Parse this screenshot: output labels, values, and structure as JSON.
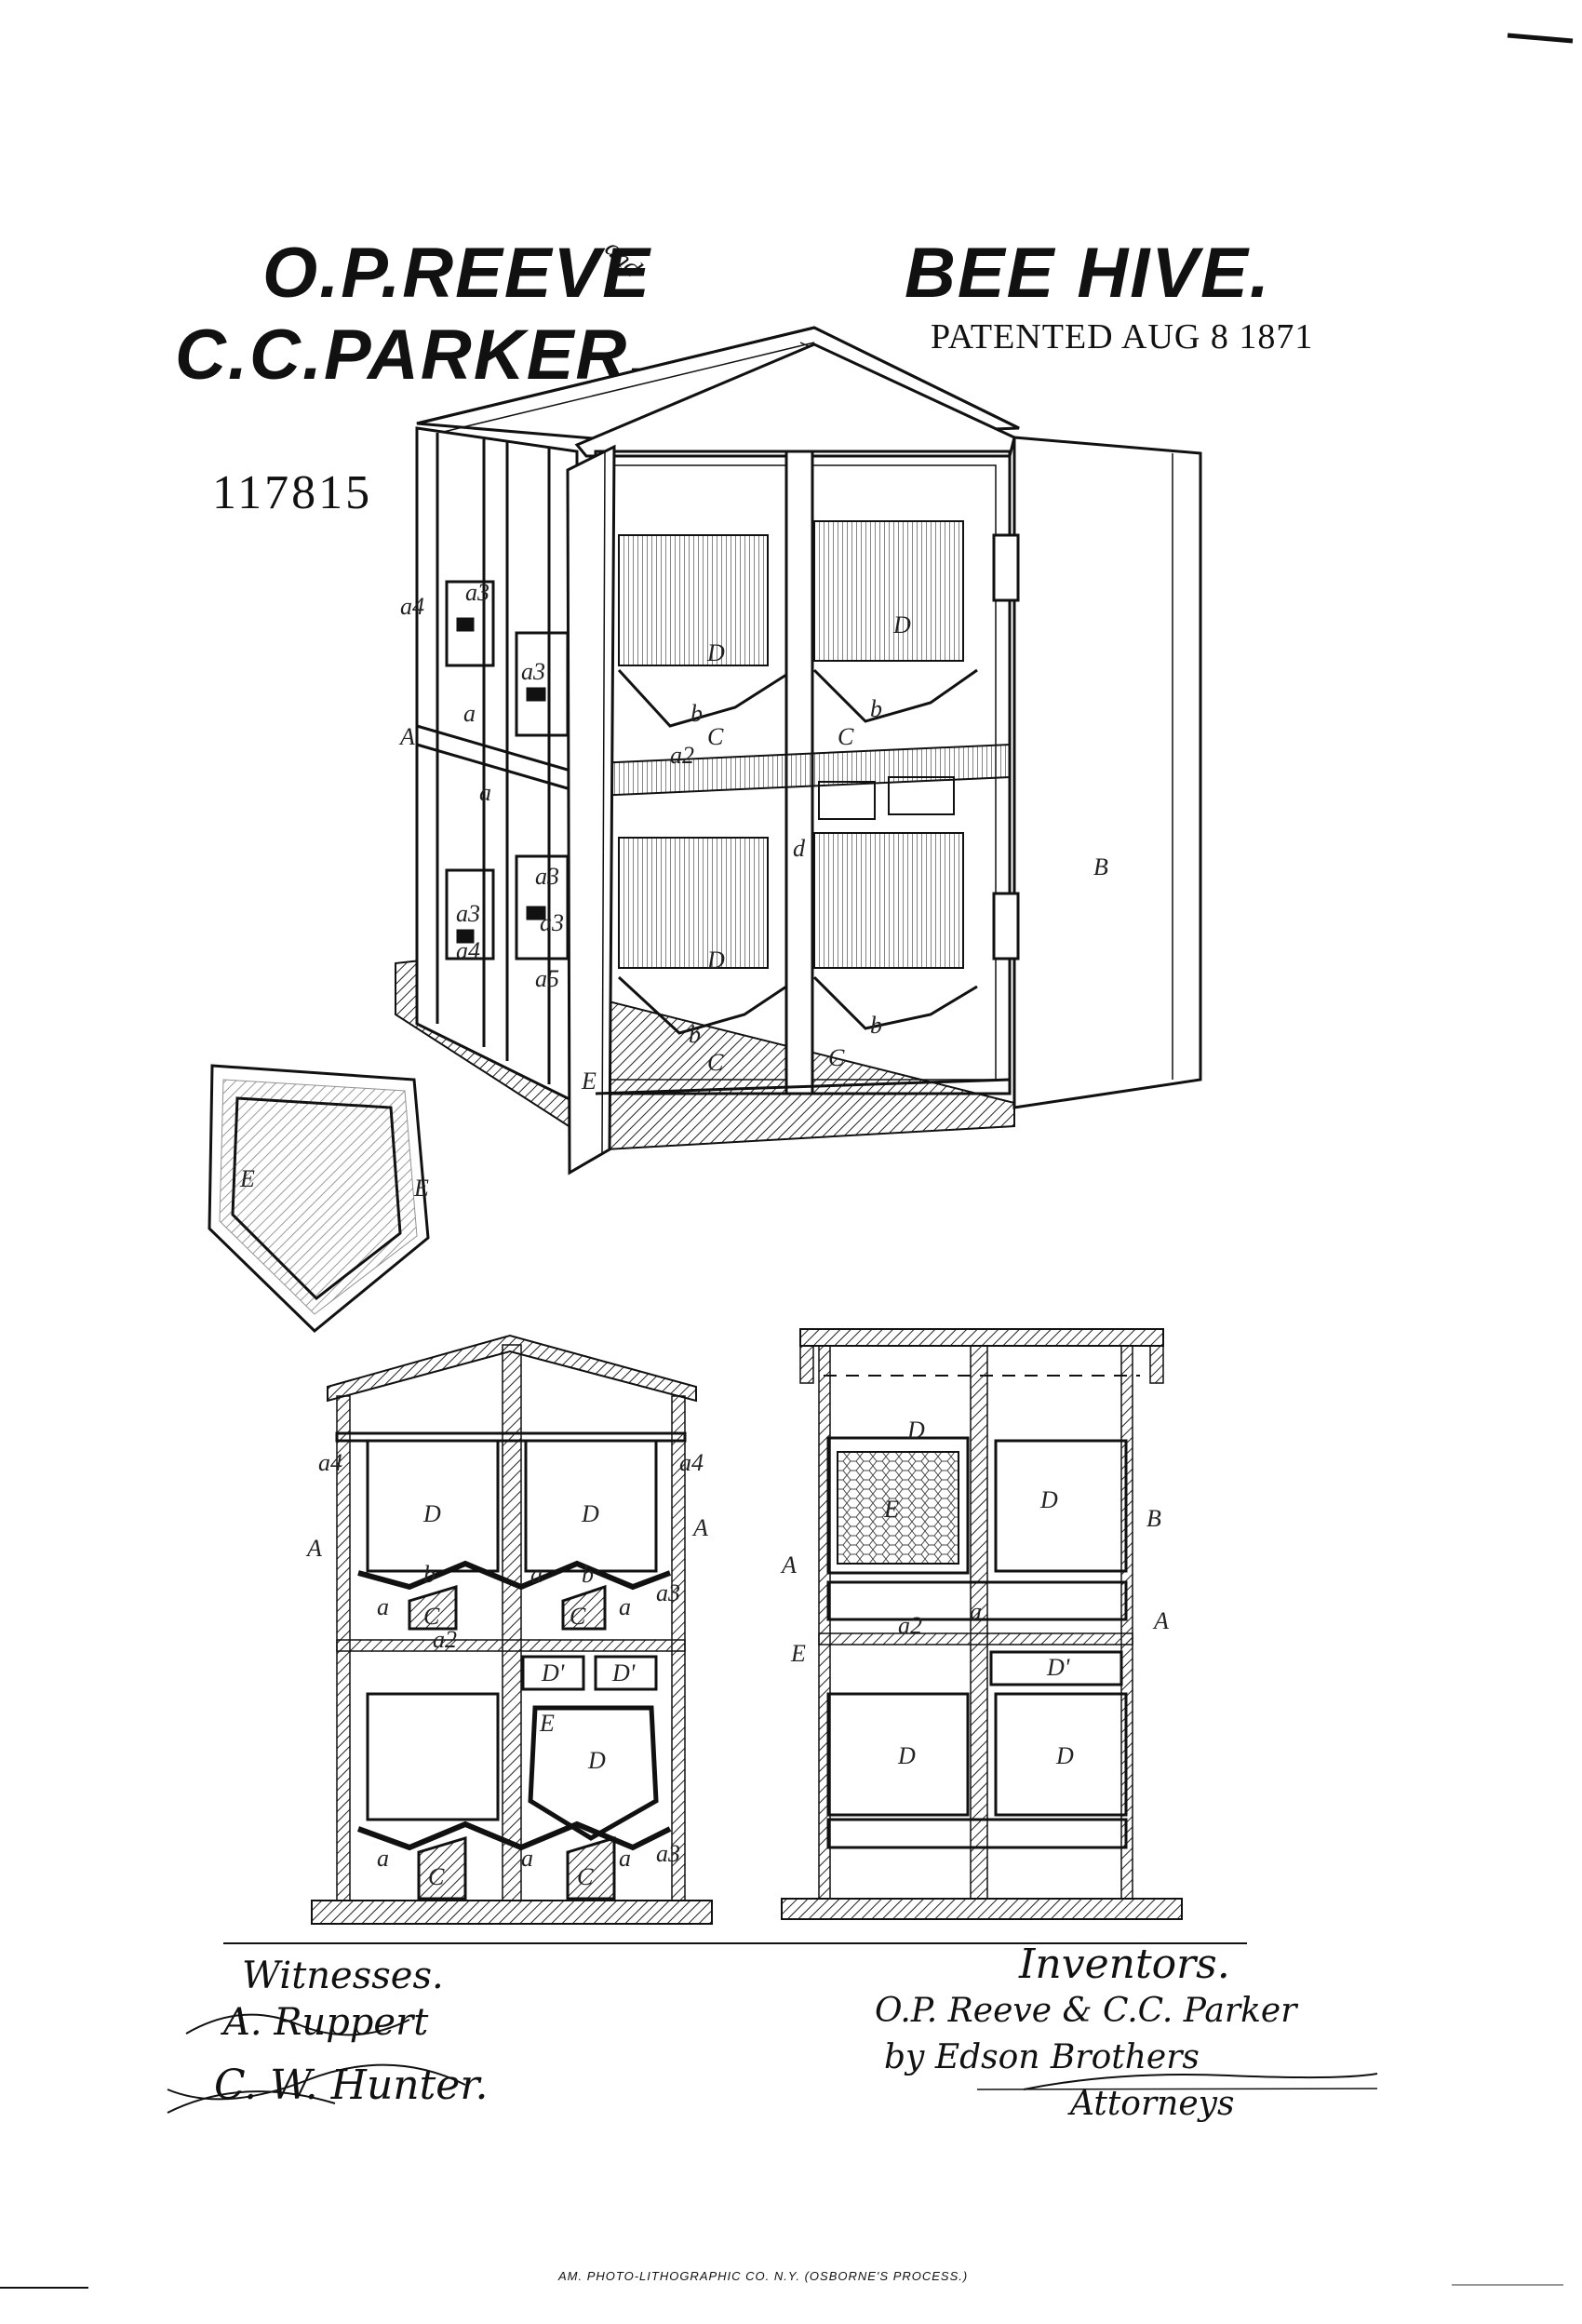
{
  "header": {
    "inventor_1": "O.P.REEVE",
    "and_word": "and",
    "inventor_2": "C.C.PARKER.",
    "title": "BEE HIVE.",
    "patent_date": "PATENTED AUG 8 1871",
    "patent_number": "117815"
  },
  "figure_labels": {
    "perspective": [
      "a4",
      "a3",
      "a3",
      "a",
      "A",
      "a",
      "a3",
      "a3",
      "a3",
      "a4",
      "a5",
      "B",
      "b",
      "C",
      "D",
      "D",
      "D",
      "b",
      "C",
      "b",
      "C",
      "b",
      "C",
      "a2",
      "d",
      "E"
    ],
    "frame": [
      "E",
      "E"
    ],
    "front_section": [
      "a4",
      "a4",
      "A",
      "A",
      "D",
      "D",
      "b",
      "b",
      "a",
      "a",
      "a",
      "a3",
      "C",
      "C",
      "a2",
      "D'",
      "D'",
      "E",
      "D",
      "a",
      "C",
      "C",
      "a",
      "a",
      "a3"
    ],
    "side_section": [
      "D",
      "E",
      "D",
      "A",
      "B",
      "A",
      "a2",
      "a",
      "E",
      "D'",
      "D",
      "D"
    ]
  },
  "signatures": {
    "witnesses_label": "Witnesses.",
    "witness_1": "A. Ruppert",
    "witness_2": "C. W. Hunter.",
    "inventors_label": "Inventors.",
    "inventors_sig": "O.P. Reeve & C.C. Parker",
    "by_line": "by Edson Brothers",
    "attorneys": "Attorneys"
  },
  "footer": {
    "lithographer": "AM. PHOTO-LITHOGRAPHIC CO. N.Y. (OSBORNE'S PROCESS.)"
  }
}
